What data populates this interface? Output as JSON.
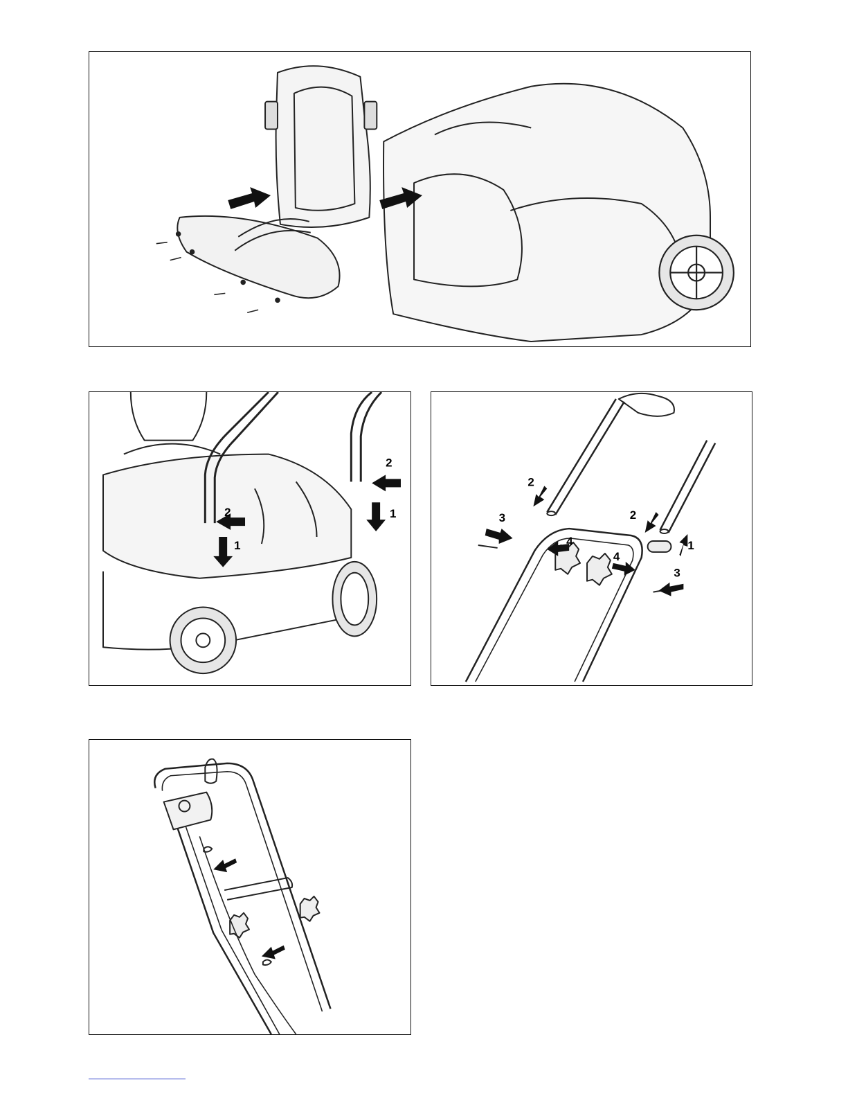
{
  "figures": {
    "mid_left": {
      "labels": [
        "2",
        "1",
        "2",
        "1"
      ]
    },
    "mid_right": {
      "labels": [
        "2",
        "2",
        "3",
        "4",
        "4",
        "1",
        "3"
      ]
    }
  }
}
